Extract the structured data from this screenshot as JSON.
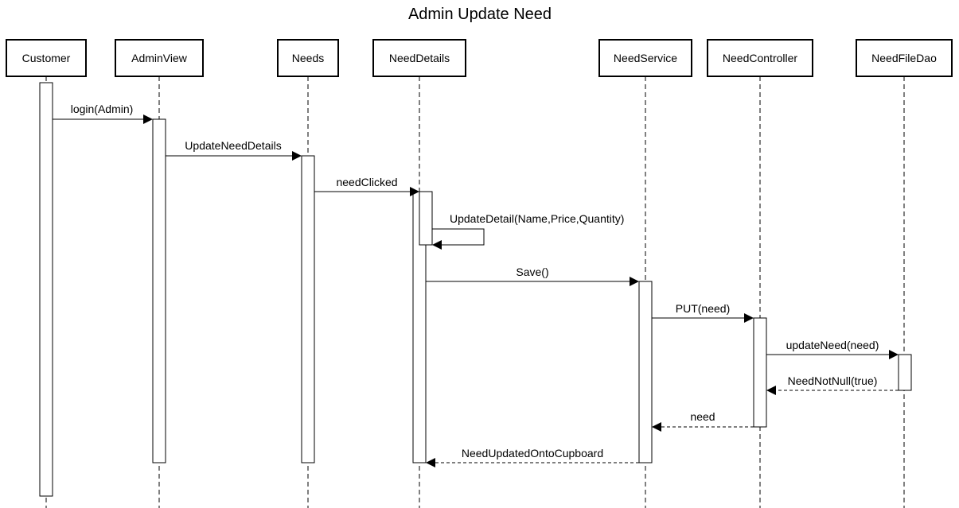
{
  "title": "Admin Update Need",
  "participants": [
    {
      "id": "customer",
      "label": "Customer"
    },
    {
      "id": "adminview",
      "label": "AdminView"
    },
    {
      "id": "needs",
      "label": "Needs"
    },
    {
      "id": "needdetails",
      "label": "NeedDetails"
    },
    {
      "id": "needservice",
      "label": "NeedService"
    },
    {
      "id": "needcontroller",
      "label": "NeedController"
    },
    {
      "id": "needfiledao",
      "label": "NeedFileDao"
    }
  ],
  "messages": [
    {
      "id": "m1",
      "from": "customer",
      "to": "adminview",
      "label": "login(Admin)",
      "kind": "sync"
    },
    {
      "id": "m2",
      "from": "adminview",
      "to": "needs",
      "label": "UpdateNeedDetails",
      "kind": "sync"
    },
    {
      "id": "m3",
      "from": "needs",
      "to": "needdetails",
      "label": "needClicked",
      "kind": "sync"
    },
    {
      "id": "m4",
      "from": "needdetails",
      "to": "needdetails",
      "label": "UpdateDetail(Name,Price,Quantity)",
      "kind": "self"
    },
    {
      "id": "m5",
      "from": "needdetails",
      "to": "needservice",
      "label": "Save()",
      "kind": "sync"
    },
    {
      "id": "m6",
      "from": "needservice",
      "to": "needcontroller",
      "label": "PUT(need)",
      "kind": "sync"
    },
    {
      "id": "m7",
      "from": "needcontroller",
      "to": "needfiledao",
      "label": "updateNeed(need)",
      "kind": "sync"
    },
    {
      "id": "m8",
      "from": "needfiledao",
      "to": "needcontroller",
      "label": "NeedNotNull(true)",
      "kind": "return"
    },
    {
      "id": "m9",
      "from": "needcontroller",
      "to": "needservice",
      "label": "need",
      "kind": "return"
    },
    {
      "id": "m10",
      "from": "needservice",
      "to": "needdetails",
      "label": "NeedUpdatedOntoCupboard",
      "kind": "return"
    }
  ]
}
